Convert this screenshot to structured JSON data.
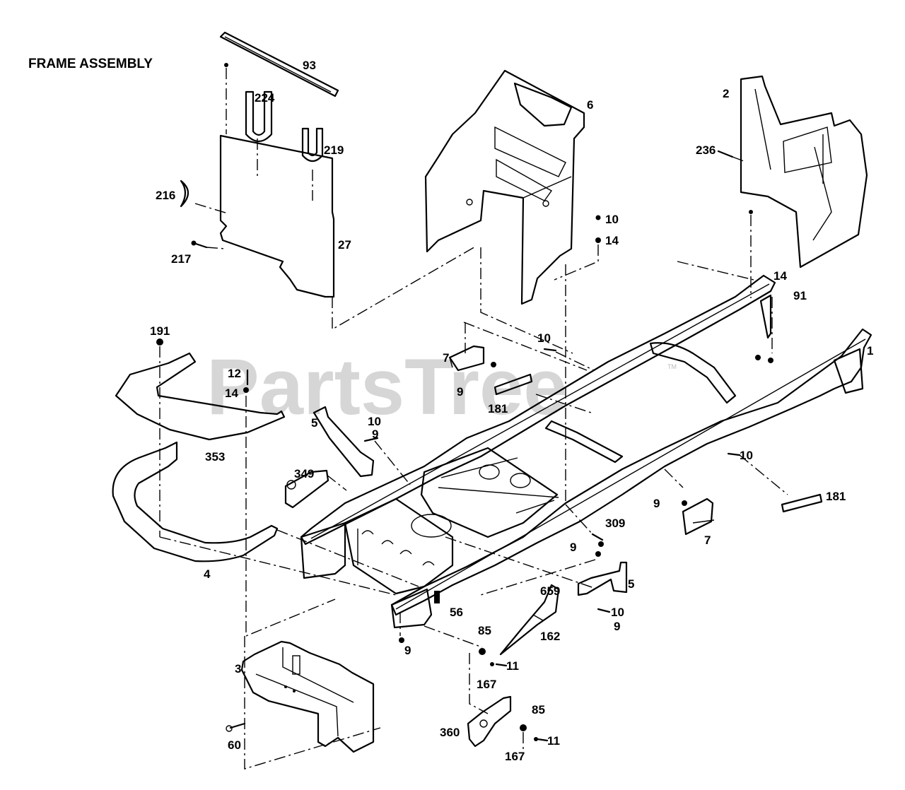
{
  "title": "FRAME ASSEMBLY",
  "watermark": "PartsTree",
  "trademark": "TM",
  "callouts": {
    "p93": "93",
    "p224": "224",
    "p219": "219",
    "p216": "216",
    "p217": "217",
    "p27": "27",
    "p6": "6",
    "p10a": "10",
    "p14a": "14",
    "p2": "2",
    "p236": "236",
    "p14b": "14",
    "p91": "91",
    "p1": "1",
    "p191": "191",
    "p12": "12",
    "p14c": "14",
    "p353": "353",
    "p4": "4",
    "p7a": "7",
    "p9a": "9",
    "p181a": "181",
    "p10b": "10",
    "p5a": "5",
    "p10c": "10",
    "p9b": "9",
    "p349": "349",
    "p10d": "10",
    "p181b": "181",
    "p9c": "9",
    "p7b": "7",
    "p309": "309",
    "p9d": "9",
    "p5b": "5",
    "p659": "659",
    "p10e": "10",
    "p9e": "9",
    "p162": "162",
    "p56": "56",
    "p9f": "9",
    "p85a": "85",
    "p11a": "11",
    "p167a": "167",
    "p3": "3",
    "p60": "60",
    "p360": "360",
    "p85b": "85",
    "p11b": "11",
    "p167b": "167"
  }
}
